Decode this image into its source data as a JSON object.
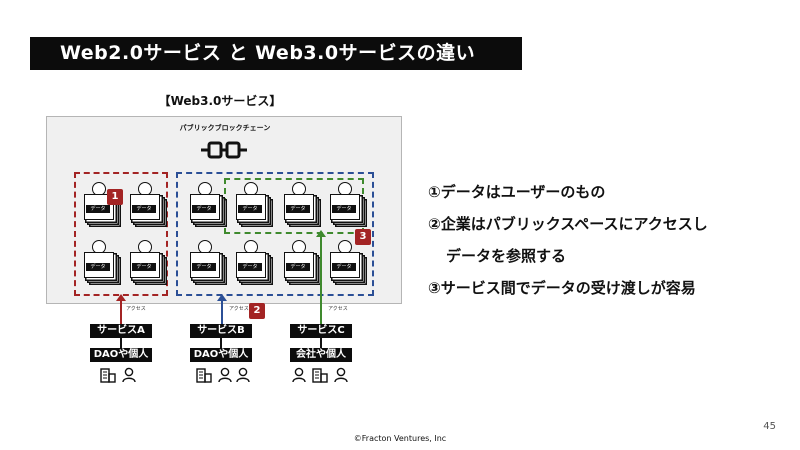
{
  "title": "Web2.0サービス と Web3.0サービスの違い",
  "diagram": {
    "heading": "【Web3.0サービス】",
    "chain_label": "パブリックブロックチェーン",
    "data_tag": "データ",
    "badges": [
      "1",
      "2",
      "3"
    ],
    "access_label": "アクセス",
    "services": [
      {
        "name": "サービスA",
        "owner": "DAOや個人"
      },
      {
        "name": "サービスB",
        "owner": "DAOや個人"
      },
      {
        "name": "サービスC",
        "owner": "会社や個人"
      }
    ],
    "colors": {
      "red": "#a32424",
      "blue": "#2b4f96",
      "green": "#3f8a2e"
    }
  },
  "points": [
    "①データはユーザーのもの",
    "②企業はパブリックスペースにアクセスし",
    "データを参照する",
    "③サービス間でデータの受け渡しが容易"
  ],
  "page_number": "45",
  "copyright": "©Fracton Ventures, Inc"
}
